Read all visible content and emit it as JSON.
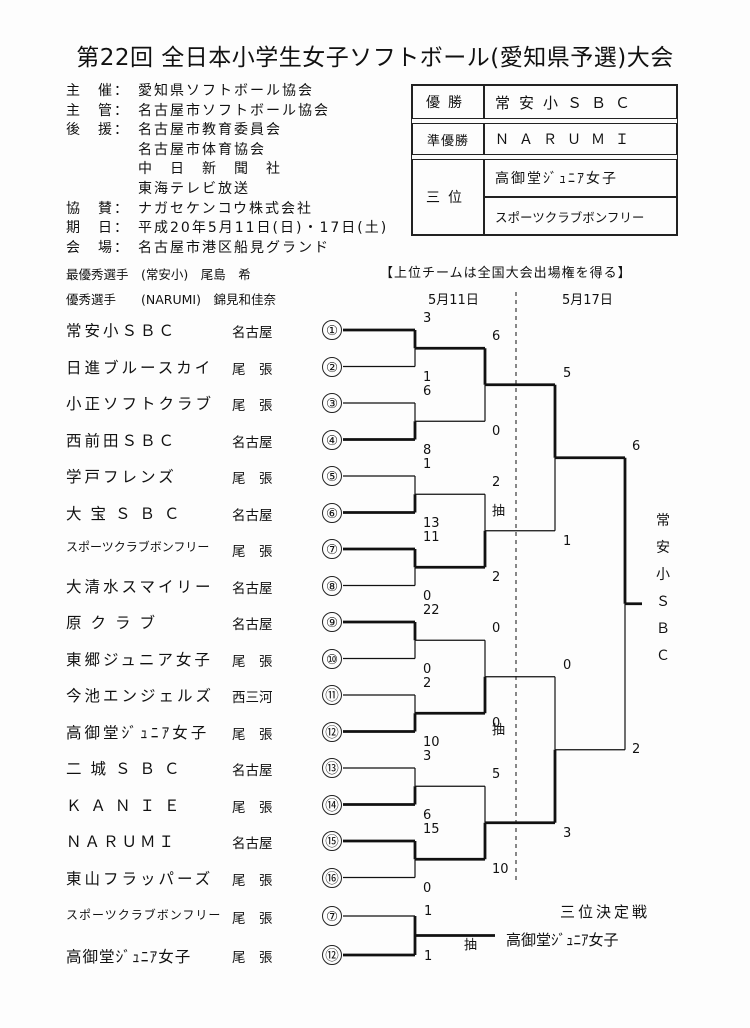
{
  "title": "第22回 全日本小学生女子ソフトボール(愛知県予選)大会",
  "organizers": [
    {
      "label": "主　催：",
      "value": "愛知県ソフトボール協会"
    },
    {
      "label": "主　管：",
      "value": "名古屋市ソフトボール協会"
    },
    {
      "label": "後　援：",
      "value": "名古屋市教育委員会"
    },
    {
      "label": "",
      "value": "名古屋市体育協会"
    },
    {
      "label": "",
      "value": "中　日　新　聞　社"
    },
    {
      "label": "",
      "value": "東海テレビ放送"
    },
    {
      "label": "協　賛：",
      "value": "ナガセケンコウ株式会社"
    },
    {
      "label": "期　日：",
      "value": "平成20年5月11日(日)・17日(土)"
    },
    {
      "label": "会　場：",
      "value": "名古屋市港区船見グランド"
    }
  ],
  "results": {
    "winner_label": "優勝",
    "winner": "常安小ＳＢＣ",
    "runner_up_label": "準優勝",
    "runner_up": "ＮＡＲＵＭＩ",
    "third_label": "三位",
    "third": [
      "高御堂ｼﾞｭﾆｱ女子",
      "スポーツクラブボンフリー"
    ]
  },
  "awards": {
    "mvp": "最優秀選手　(常安小)　尾島　希",
    "excellent": "優秀選手　　(NARUMI)　錦見和佳奈"
  },
  "note": "【上位チームは全国大会出場権を得る】",
  "dates": [
    "5月11日",
    "5月17日"
  ],
  "teams": [
    {
      "name": "常安小ＳＢＣ",
      "region": "名古屋",
      "seed": "①"
    },
    {
      "name": "日進ブルースカイ",
      "region": "尾　張",
      "seed": "②"
    },
    {
      "name": "小正ソフトクラブ",
      "region": "尾　張",
      "seed": "③"
    },
    {
      "name": "西前田ＳＢＣ",
      "region": "名古屋",
      "seed": "④"
    },
    {
      "name": "学戸フレンズ",
      "region": "尾　張",
      "seed": "⑤"
    },
    {
      "name": "大宝ＳＢＣ",
      "region": "名古屋",
      "seed": "⑥"
    },
    {
      "name": "スポーツクラブボンフリー",
      "region": "尾　張",
      "seed": "⑦"
    },
    {
      "name": "大清水スマイリー",
      "region": "名古屋",
      "seed": "⑧"
    },
    {
      "name": "原クラブ",
      "region": "名古屋",
      "seed": "⑨"
    },
    {
      "name": "東郷ジュニア女子",
      "region": "尾　張",
      "seed": "⑩"
    },
    {
      "name": "今池エンジェルズ",
      "region": "西三河",
      "seed": "⑪"
    },
    {
      "name": "高御堂ｼﾞｭﾆｱ女子",
      "region": "尾　張",
      "seed": "⑫"
    },
    {
      "name": "二城ＳＢＣ",
      "region": "名古屋",
      "seed": "⑬"
    },
    {
      "name": "ＫＡＮＩＥ",
      "region": "尾　張",
      "seed": "⑭"
    },
    {
      "name": "ＮＡＲＵＭＩ",
      "region": "名古屋",
      "seed": "⑮"
    },
    {
      "name": "東山フラッパーズ",
      "region": "尾　張",
      "seed": "⑯"
    }
  ],
  "r1_scores": [
    "3",
    "1",
    "6",
    "8",
    "1",
    "13",
    "11",
    "0",
    "22",
    "0",
    "2",
    "10",
    "3",
    "6",
    "15",
    "0"
  ],
  "qf_scores": [
    "6",
    "0",
    "2",
    "2",
    "0",
    "0",
    "5",
    "10"
  ],
  "qf_notes": [
    "",
    "",
    "抽",
    "",
    "",
    "抽",
    "",
    ""
  ],
  "sf_scores": [
    "5",
    "1",
    "0",
    "3"
  ],
  "final_scores": [
    "6",
    "2"
  ],
  "champion": [
    "常",
    "安",
    "小",
    "Ｓ",
    "Ｂ",
    "Ｃ"
  ],
  "third_place": {
    "title": "三位決定戦",
    "teams": [
      {
        "name": "スポーツクラブボンフリー",
        "region": "尾　張",
        "seed": "⑦"
      },
      {
        "name": "高御堂ｼﾞｭﾆｱ女子",
        "region": "尾　張",
        "seed": "⑫"
      }
    ],
    "scores": [
      "1",
      "1"
    ],
    "note": "抽",
    "winner": "高御堂ｼﾞｭﾆｱ女子"
  }
}
